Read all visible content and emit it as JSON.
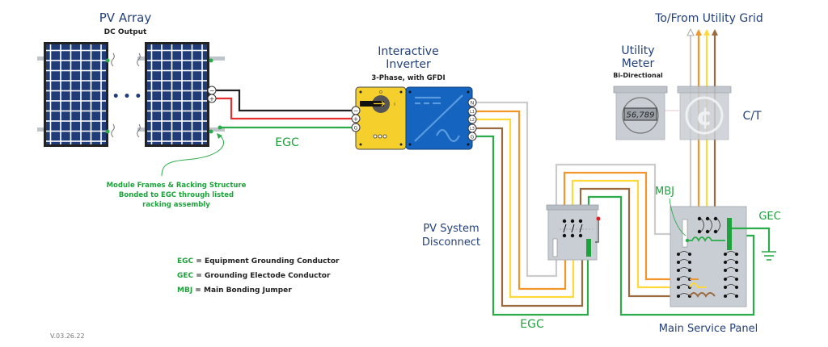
{
  "colors": {
    "title": "#23407a",
    "egc_green": "#2bab4a",
    "panel_navy": "#1a3d88",
    "inverter_yellow": "#f5cf2c",
    "inverter_blue": "#1565c0",
    "wire_neutral": "#cccccc",
    "wire_l1": "#f0962a",
    "wire_l2": "#ffd93a",
    "wire_l3": "#9b6a3f",
    "wire_dc_neg": "#222222",
    "wire_dc_pos": "#e53030",
    "box_grey": "#c9ced4"
  },
  "pv_array": {
    "title": "PV Array",
    "subtitle": "DC Output",
    "ellipsis": "• • •",
    "terminals": [
      "−",
      "+"
    ]
  },
  "inverter": {
    "title_line1": "Interactive",
    "title_line2": "Inverter",
    "subtitle": "3-Phase, with GFDI",
    "switch_off": "O",
    "switch_on": "I",
    "dc_terminals": [
      "−",
      "+",
      "G"
    ],
    "ac_terminals": [
      "N",
      "L1",
      "L2",
      "L3",
      "G"
    ]
  },
  "meter": {
    "title_line1": "Utility",
    "title_line2": "Meter",
    "subtitle": "Bi-Directional",
    "reading": "56,789"
  },
  "ct": {
    "label": "C/T"
  },
  "grid": {
    "title": "To/From Utility Grid"
  },
  "disconnect": {
    "title_line1": "PV System",
    "title_line2": "Disconnect"
  },
  "panel": {
    "title": "Main Service Panel"
  },
  "labels": {
    "egc_top": "EGC",
    "egc_bottom": "EGC",
    "mbj": "MBJ",
    "gec": "GEC"
  },
  "annotation": {
    "line1": "Module Frames & Racking Structure",
    "line2": "Bonded to EGC through listed",
    "line3": "racking assembly"
  },
  "legend": [
    {
      "abbr": "EGC",
      "sep": " = ",
      "desc": "Equipment Grounding Conductor"
    },
    {
      "abbr": "GEC",
      "sep": " = ",
      "desc": "Grounding Electode Conductor"
    },
    {
      "abbr": "MBJ",
      "sep": " = ",
      "desc": "Main Bonding Jumper"
    }
  ],
  "version": "V.03.26.22"
}
